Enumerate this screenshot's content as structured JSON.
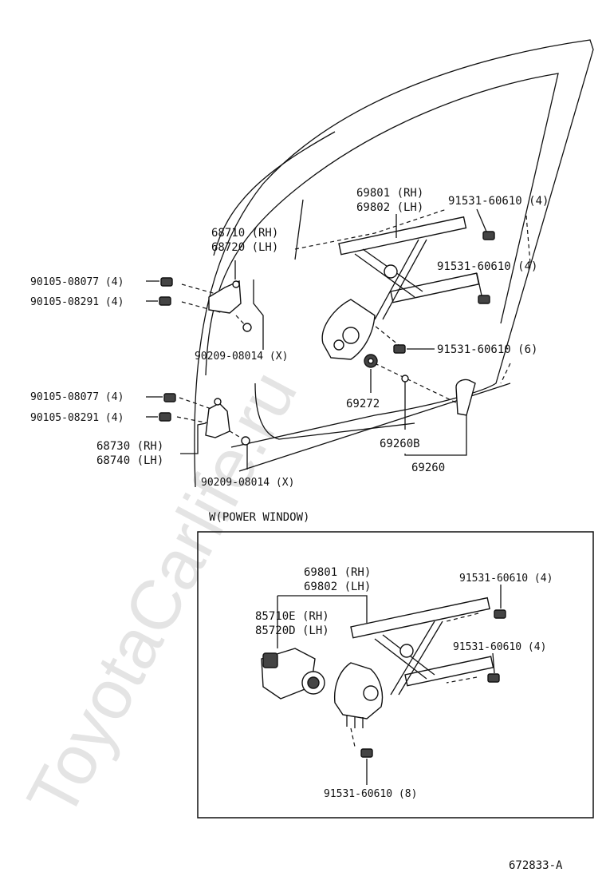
{
  "watermark": "ToyotaCarlife.ru",
  "section_title": "W(POWER WINDOW)",
  "figure_id": "672833-A",
  "labels": {
    "l69801_top": "69801 (RH)",
    "l69802_top": "69802 (LH)",
    "l68710": "68710 (RH)",
    "l68720": "68720 (LH)",
    "l91531_a": "91531-60610 (4)",
    "l91531_b": "91531-60610 (4)",
    "l91531_c": "91531-60610 (6)",
    "l90105_a": "90105-08077 (4)",
    "l90105_b": "90105-08291 (4)",
    "l90209_a": "90209-08014 (X)",
    "l69272": "69272",
    "l90105_c": "90105-08077 (4)",
    "l90105_d": "90105-08291 (4)",
    "l69260b": "69260B",
    "l68730": "68730 (RH)",
    "l68740": "68740 (LH)",
    "l69260": "69260",
    "l90209_b": "90209-08014 (X)",
    "l69801_box": "69801 (RH)",
    "l69802_box": "69802 (LH)",
    "l91531_d": "91531-60610 (4)",
    "l85710e": "85710E (RH)",
    "l85720d": "85720D (LH)",
    "l91531_e": "91531-60610 (4)",
    "l91531_f": "91531-60610 (8)"
  }
}
